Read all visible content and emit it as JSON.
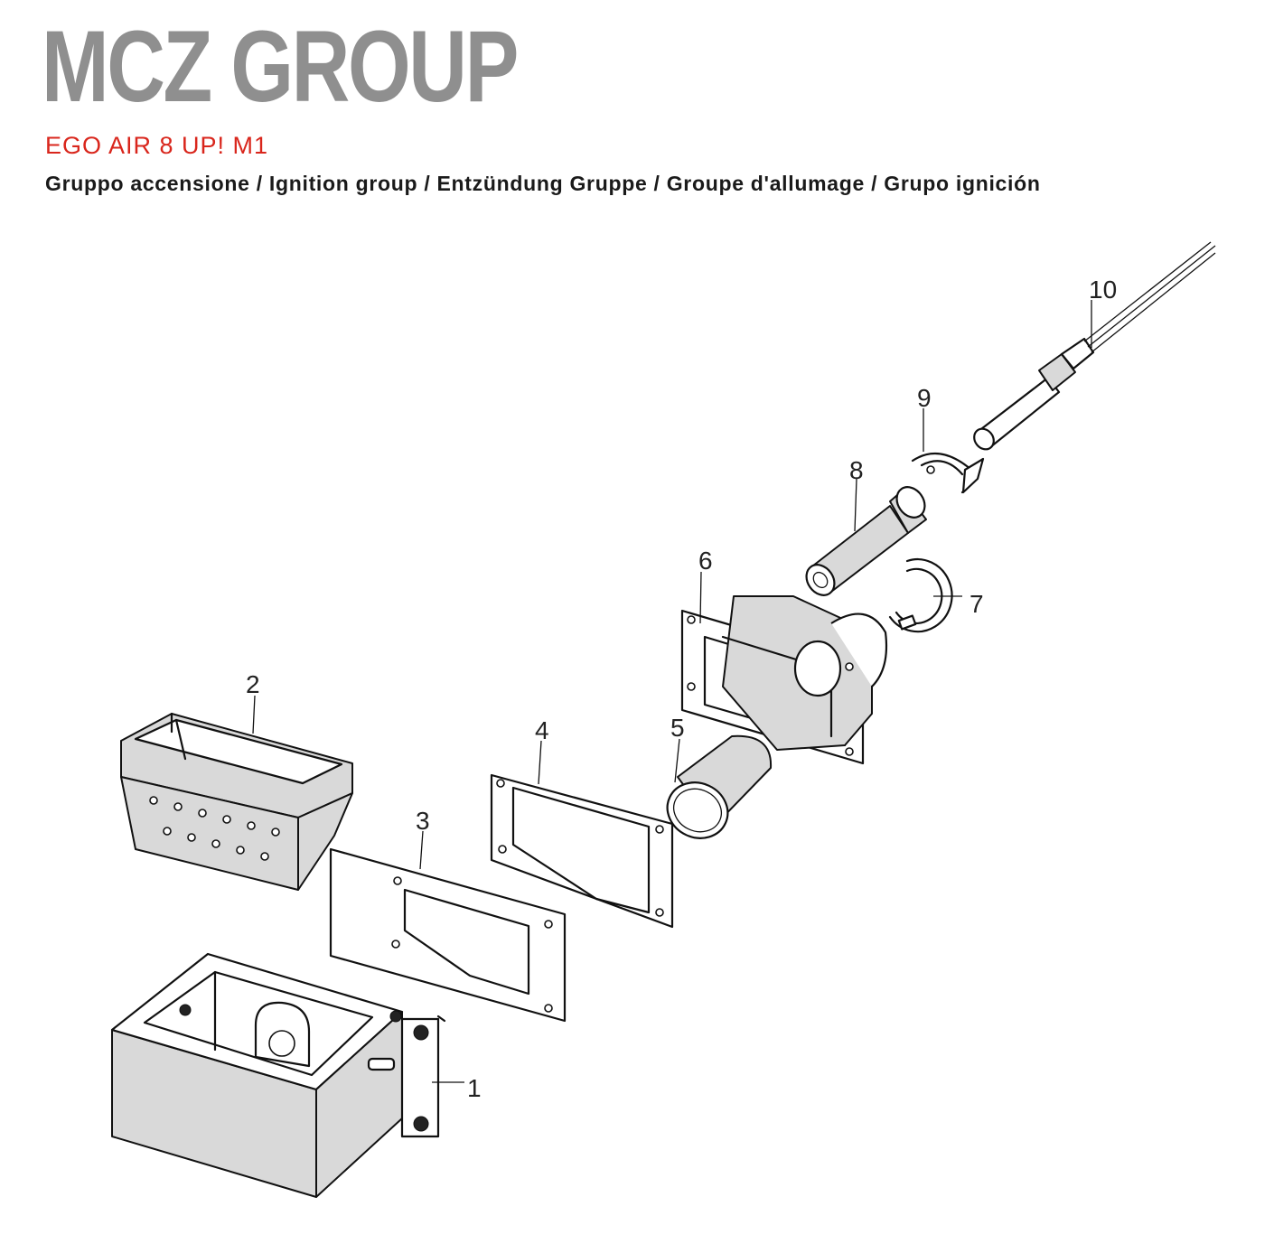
{
  "header": {
    "brand": "MCZ GROUP",
    "model": "EGO AIR 8 UP! M1",
    "subtitle": "Gruppo accensione / Ignition group / Entzündung Gruppe / Groupe d'allumage / Grupo ignición"
  },
  "colors": {
    "brand_gray": "#8f8f8f",
    "model_red": "#d9261c",
    "line": "#111111"
  },
  "parts": [
    {
      "number": "1"
    },
    {
      "number": "2"
    },
    {
      "number": "3"
    },
    {
      "number": "4"
    },
    {
      "number": "5"
    },
    {
      "number": "6"
    },
    {
      "number": "7"
    },
    {
      "number": "8"
    },
    {
      "number": "9"
    },
    {
      "number": "10"
    }
  ]
}
